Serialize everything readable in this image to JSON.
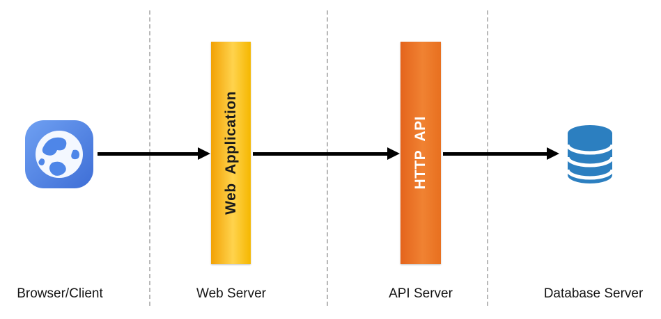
{
  "diagram": {
    "nodes": {
      "browser": {
        "icon": "globe-icon",
        "zone_label": "Browser/Client"
      },
      "web_app_bar": {
        "label": "Web Application",
        "zone_label": "Web Server",
        "color": "#FFC02E"
      },
      "http_api_bar": {
        "label": "HTTP API",
        "zone_label": "API Server",
        "color": "#ED7D31"
      },
      "database": {
        "icon": "database-icon",
        "zone_label": "Database Server",
        "color": "#2C7FC0"
      }
    },
    "colors": {
      "globe_square": "#4E86E8",
      "arrow": "#000000",
      "separator": "#B8B8B8",
      "web_app_gradient_start": "#F2A104",
      "web_app_gradient_end": "#FFD34D",
      "http_api_gradient_start": "#E4641C",
      "http_api_gradient_end": "#F08232"
    },
    "flow": [
      "Browser/Client",
      "Web Application",
      "HTTP API",
      "Database"
    ]
  }
}
